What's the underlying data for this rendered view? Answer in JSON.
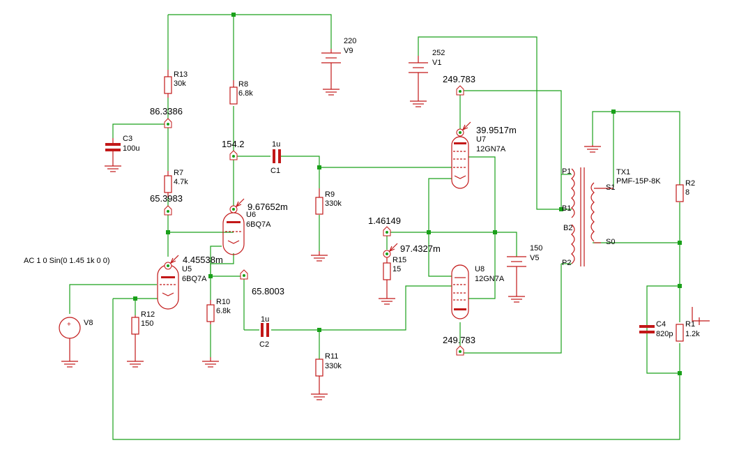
{
  "source_label": "AC 1 0 Sin(0 1.45 1k 0 0)",
  "components": {
    "R13": {
      "ref": "R13",
      "value": "30k"
    },
    "R8": {
      "ref": "R8",
      "value": "6.8k"
    },
    "R7": {
      "ref": "R7",
      "value": "4.7k"
    },
    "R9": {
      "ref": "R9",
      "value": "330k"
    },
    "R10": {
      "ref": "R10",
      "value": "6.8k"
    },
    "R11": {
      "ref": "R11",
      "value": "330k"
    },
    "R12": {
      "ref": "R12",
      "value": "150"
    },
    "R15": {
      "ref": "R15",
      "value": "15"
    },
    "R2": {
      "ref": "R2",
      "value": "8"
    },
    "R1": {
      "ref": "R1",
      "value": "1.2k"
    },
    "C3": {
      "ref": "C3",
      "value": "100u"
    },
    "C1": {
      "ref": "C1",
      "value": "1u"
    },
    "C2": {
      "ref": "C2",
      "value": "1u"
    },
    "C4": {
      "ref": "C4",
      "value": "820p"
    },
    "V9": {
      "ref": "V9",
      "value": "220"
    },
    "V1": {
      "ref": "V1",
      "value": "252"
    },
    "V5": {
      "ref": "V5",
      "value": "150"
    },
    "V8": {
      "ref": "V8"
    },
    "U5": {
      "ref": "U5",
      "value": "6BQ7A"
    },
    "U6": {
      "ref": "U6",
      "value": "6BQ7A"
    },
    "U7": {
      "ref": "U7",
      "value": "12GN7A"
    },
    "U8": {
      "ref": "U8",
      "value": "12GN7A"
    },
    "TX1": {
      "ref": "TX1",
      "value": "PMF-15P-8K"
    }
  },
  "pins": {
    "P1": "P1",
    "B1": "B1",
    "B2": "B2",
    "P2": "P2",
    "S1": "S1",
    "S0": "S0"
  },
  "probes": {
    "n86": "86.3386",
    "n65a": "65.3983",
    "n154": "154.2",
    "n65b": "65.8003",
    "n1461": "1.46149",
    "n249a": "249.783",
    "n249b": "249.783",
    "iU5": "4.45538m",
    "iU6": "9.67652m",
    "iU7": "39.9517m",
    "iR15": "97.4327m"
  }
}
